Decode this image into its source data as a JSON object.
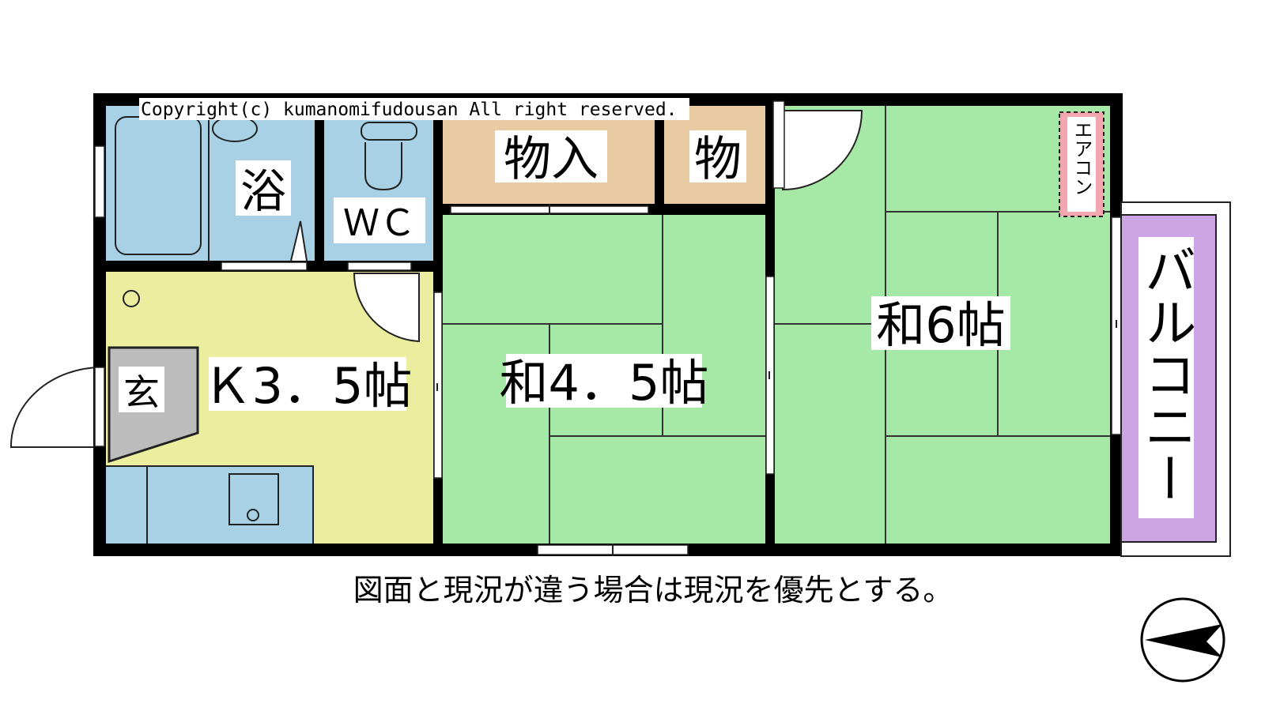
{
  "copyright": "Copyright(c) kumanomifudousan All right reserved.",
  "rooms": {
    "bath": "浴",
    "wc": "ＷＣ",
    "storage_main": "物入",
    "storage_small": "物",
    "kitchen": "Ｋ3．5帖",
    "entrance": "玄",
    "washitsu_45": "和4．5帖",
    "washitsu_6": "和6帖",
    "aircon": "エアコン",
    "balcony": "バルコニー"
  },
  "note": "図面と現況が違う場合は現況を優先とする。",
  "compass": {
    "icon": "north-arrow-icon",
    "direction": "west"
  },
  "colors": {
    "wet_area": "#a8d1e6",
    "kitchen": "#ebee9e",
    "storage": "#e8cba2",
    "tatami": "#a6e8a6",
    "balcony": "#cda4e4",
    "aircon": "#f2a6b0",
    "entrance": "#bcbcbc",
    "wall": "#000000"
  }
}
